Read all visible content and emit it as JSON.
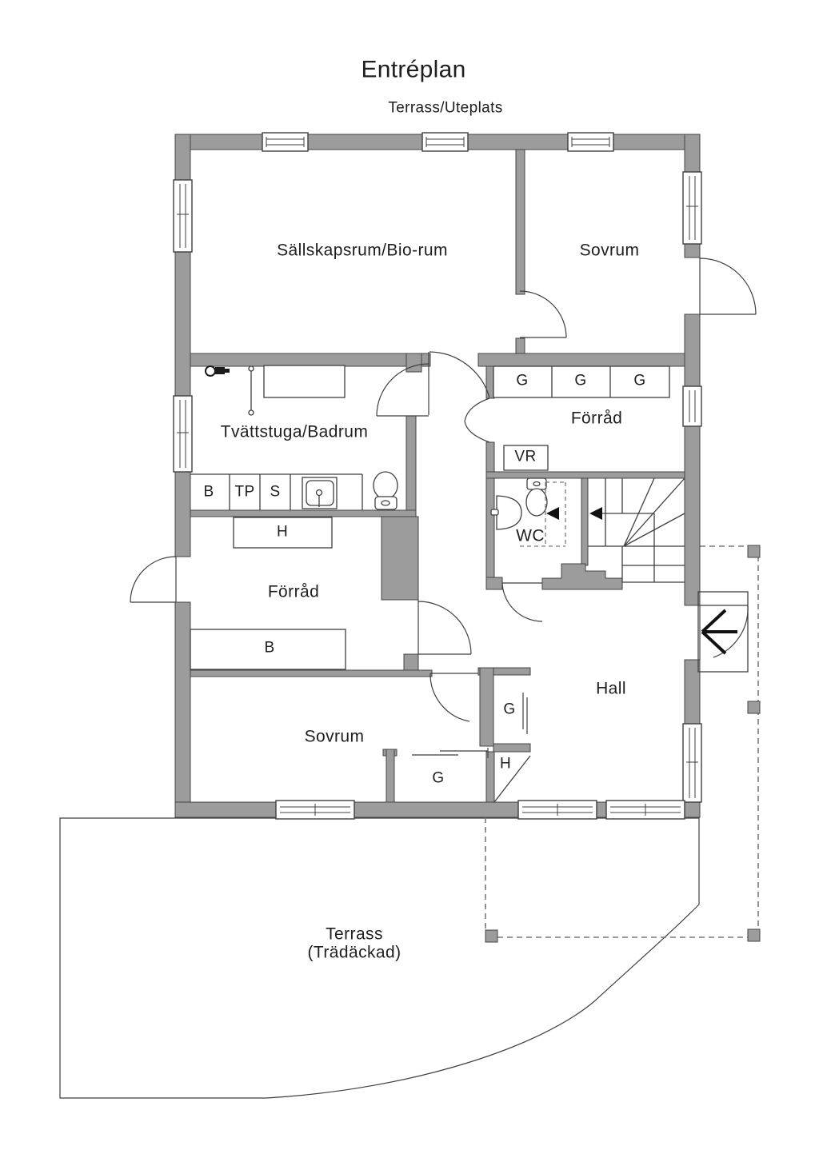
{
  "title": "Entréplan",
  "outside_label": "Terrass/Uteplats",
  "rooms": {
    "sallskapsrum": "Sällskapsrum/Bio-rum",
    "sovrum_upper": "Sovrum",
    "tvattstuga": "Tvättstuga/Badrum",
    "forrad_upper": "Förråd",
    "wc": "WC",
    "hall": "Hall",
    "forrad_lower": "Förråd",
    "sovrum_lower": "Sovrum",
    "terrass_line1": "Terrass",
    "terrass_line2": "(Trädäckad)"
  },
  "closets": {
    "wardrobe_1": "G",
    "wardrobe_2": "G",
    "wardrobe_3": "G",
    "vr": "VR",
    "b_upper": "B",
    "tp": "TP",
    "s": "S",
    "h_upper": "H",
    "b_lower": "B",
    "g_sovrum": "G",
    "g_hall": "G",
    "h_hall": "H"
  },
  "symbols": {
    "staircase": "winder-staircase",
    "entry_arrow": "entry-direction-arrow",
    "direction_arrows": "left-pointing-arrows",
    "toilets": "toilet-plan-symbol",
    "sinks": "sink-plan-symbol"
  },
  "colors": {
    "background": "#ffffff",
    "wall": "#9c9c9c",
    "outline": "#454545",
    "line": "#3f3f3f",
    "dash": "#787878",
    "text": "#1f1f1f"
  }
}
